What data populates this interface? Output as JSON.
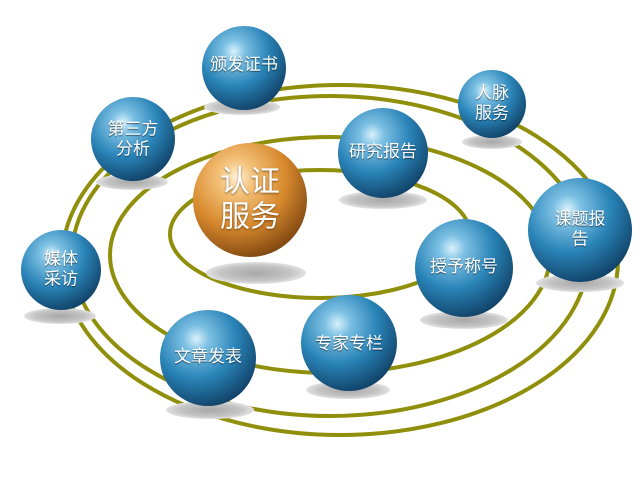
{
  "colors": {
    "ring": "#8f8f0c",
    "sphere_blue_light": "#9fd0ea",
    "sphere_blue_mid": "#2a84b8",
    "sphere_blue_dark": "#0f3e63",
    "sphere_orange_light": "#fbd79a",
    "sphere_orange_mid": "#d8892d",
    "sphere_orange_dark": "#8a4e12",
    "shadow": "#bdbdbd"
  },
  "center": {
    "label": "认证\n服务"
  },
  "nodes": [
    {
      "id": "certificate",
      "label": "颁发证书"
    },
    {
      "id": "third-party-analysis",
      "label": "第三方\n分析"
    },
    {
      "id": "network-services",
      "label": "人脉\n服务"
    },
    {
      "id": "research-report",
      "label": "研究报告"
    },
    {
      "id": "project-report",
      "label": "课题报告"
    },
    {
      "id": "media-interview",
      "label": "媒体\n采访"
    },
    {
      "id": "grant-title",
      "label": "授予称号"
    },
    {
      "id": "expert-column",
      "label": "专家专栏"
    },
    {
      "id": "article-publishing",
      "label": "文章发表"
    }
  ]
}
